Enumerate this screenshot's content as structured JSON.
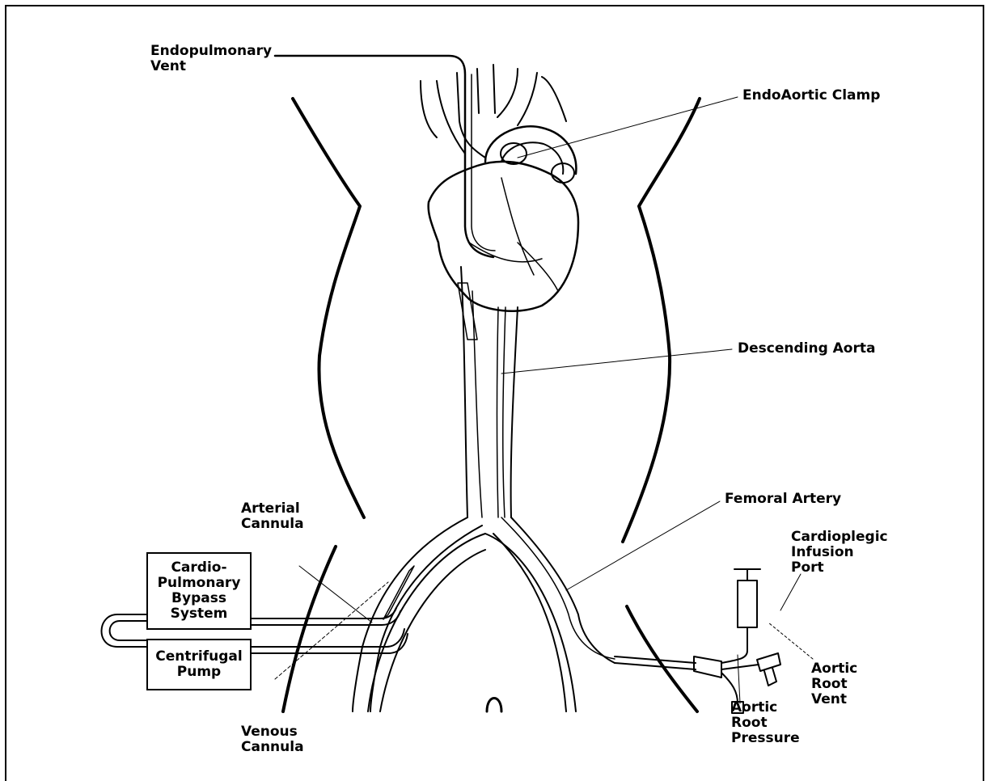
{
  "labels": {
    "endopulmonary_vent": [
      "Endopulmonary",
      "Vent"
    ],
    "endoaortic_clamp": "EndoAortic Clamp",
    "descending_aorta": "Descending Aorta",
    "femoral_artery": "Femoral Artery",
    "arterial_cannula": [
      "Arterial",
      "Cannula"
    ],
    "venous_cannula": [
      "Venous",
      "Cannula"
    ],
    "cardioplegic_infusion_port": [
      "Cardioplegic",
      "Infusion",
      "Port"
    ],
    "aortic_root_vent": [
      "Aortic",
      "Root",
      "Vent"
    ],
    "aortic_root_pressure": [
      "Aortic",
      "Root",
      "Pressure"
    ]
  },
  "boxes": {
    "cardiopulmonary_bypass": [
      "Cardio-",
      "Pulmonary",
      "Bypass",
      "System"
    ],
    "centrifugal_pump": [
      "Centrifugal",
      "Pump"
    ]
  },
  "colors": {
    "ink": "#000000",
    "paper": "#ffffff"
  }
}
